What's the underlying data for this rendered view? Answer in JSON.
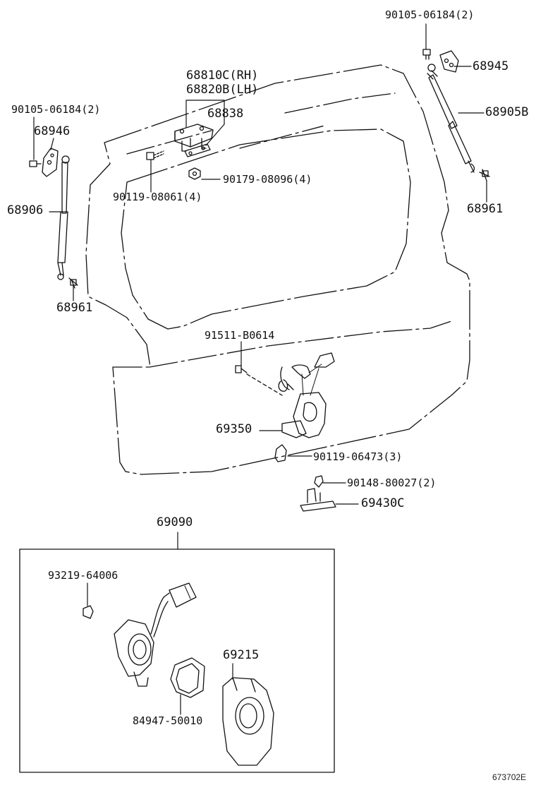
{
  "labels": {
    "p90105_top": "90105-06184(2)",
    "p68945": "68945",
    "p68810c": "68810C(RH)",
    "p68820b": "68820B(LH)",
    "p68838": "68838",
    "p68905b": "68905B",
    "p90105_left": "90105-06184(2)",
    "p68946": "68946",
    "p90179": "90179-08096(4)",
    "p90119_08061": "90119-08061(4)",
    "p68906": "68906",
    "p68961_right": "68961",
    "p68961_left": "68961",
    "p91511": "91511-B0614",
    "p69350": "69350",
    "p90119_06473": "90119-06473(3)",
    "p90148": "90148-80027(2)",
    "p69430c": "69430C",
    "p69090": "69090",
    "p93219": "93219-64006",
    "p69215": "69215",
    "p84947": "84947-50010"
  },
  "figure_ref": "673702E",
  "colors": {
    "ink": "#111111",
    "background": "#ffffff"
  }
}
